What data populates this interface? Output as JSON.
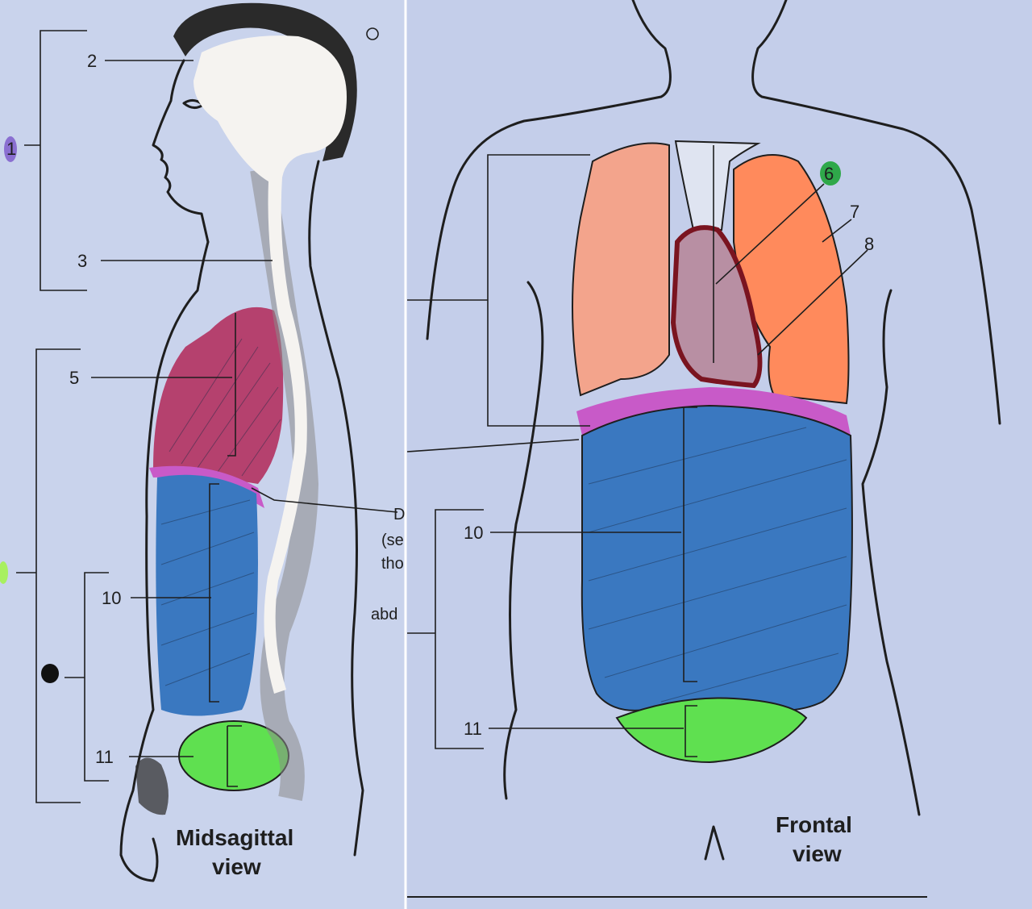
{
  "labels": {
    "l1": "1",
    "l2": "2",
    "l3": "3",
    "l5": "5",
    "l6": "6",
    "l7": "7",
    "l8": "8",
    "l10_left": "10",
    "l10_right": "10",
    "l11_left": "11",
    "l11_right": "11"
  },
  "partial_text": {
    "d": "D",
    "se": "(se",
    "tho": "tho",
    "abd": "abd"
  },
  "captions": {
    "midsagittal_1": "Midsagittal",
    "midsagittal_2": "view",
    "frontal_1": "Frontal",
    "frontal_2": "view"
  },
  "colors": {
    "page": "#c7d1ea",
    "lung_pink": "#f3a48c",
    "lung_orange": "#ff8a5c",
    "heart": "#b88fa3",
    "heart_outline": "#7a1420",
    "thoracic_midsagittal": "#b5416e",
    "diaphragm": "#c85ac8",
    "abdominal": "#3a78c0",
    "pelvic": "#5fe050",
    "spinal": "#f5f3f0",
    "hair": "#2a2a2a",
    "label6_highlight": "#2fa84a",
    "label1_highlight": "#8a6fd1"
  }
}
